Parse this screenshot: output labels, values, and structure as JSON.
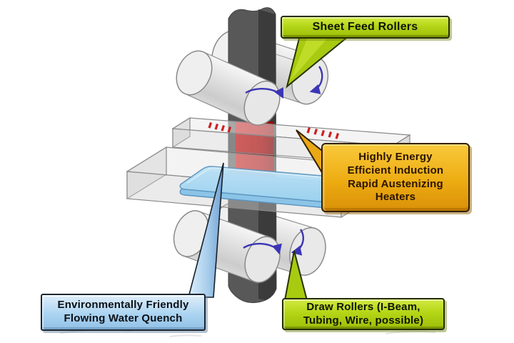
{
  "diagram": {
    "title_implied": "Induction sheet processing line",
    "background_color": "#ffffff",
    "callouts": {
      "sheet_feed_rollers": {
        "label": "Sheet Feed Rollers",
        "fill_color": "#b4d617",
        "border_color": "#252e00",
        "text_color": "#101400",
        "points_to": "upper roller pair"
      },
      "induction_heaters": {
        "lines": [
          "Highly Energy",
          "Efficient Induction",
          "Rapid Austenizing",
          "Heaters"
        ],
        "fill_color": "#edac12",
        "border_color": "#33210a",
        "text_color": "#2a1500",
        "points_to": "induction heater coils"
      },
      "water_quench": {
        "lines": [
          "Environmentally Friendly",
          "Flowing Water Quench"
        ],
        "fill_color": "#abd4f1",
        "border_color": "#1d2733",
        "text_color": "#0a0f14",
        "points_to": "water quench tray"
      },
      "draw_rollers": {
        "lines": [
          "Draw Rollers (I-Beam,",
          "Tubing, Wire, possible)"
        ],
        "fill_color": "#b4d617",
        "border_color": "#252e00",
        "text_color": "#101400",
        "points_to": "lower roller pair"
      }
    },
    "components": {
      "sheet": {
        "body_color": "#585858",
        "shaded_edge_color": "#3b3b3b",
        "heated_zone_color": "#c01010"
      },
      "rollers": {
        "surface_color": "#ececec",
        "outline_color": "#8f8f8f",
        "rotation_arrow_color": "#3b35b5",
        "count_visible": 4
      },
      "heater_box": {
        "glass_color": "#d9d9d9",
        "coil_dash_color": "#cf1f1f"
      },
      "quench": {
        "water_color": "#a9d9f2",
        "water_rim_color": "#8cc4e8",
        "tank_color": "#d6d6d6"
      }
    }
  }
}
